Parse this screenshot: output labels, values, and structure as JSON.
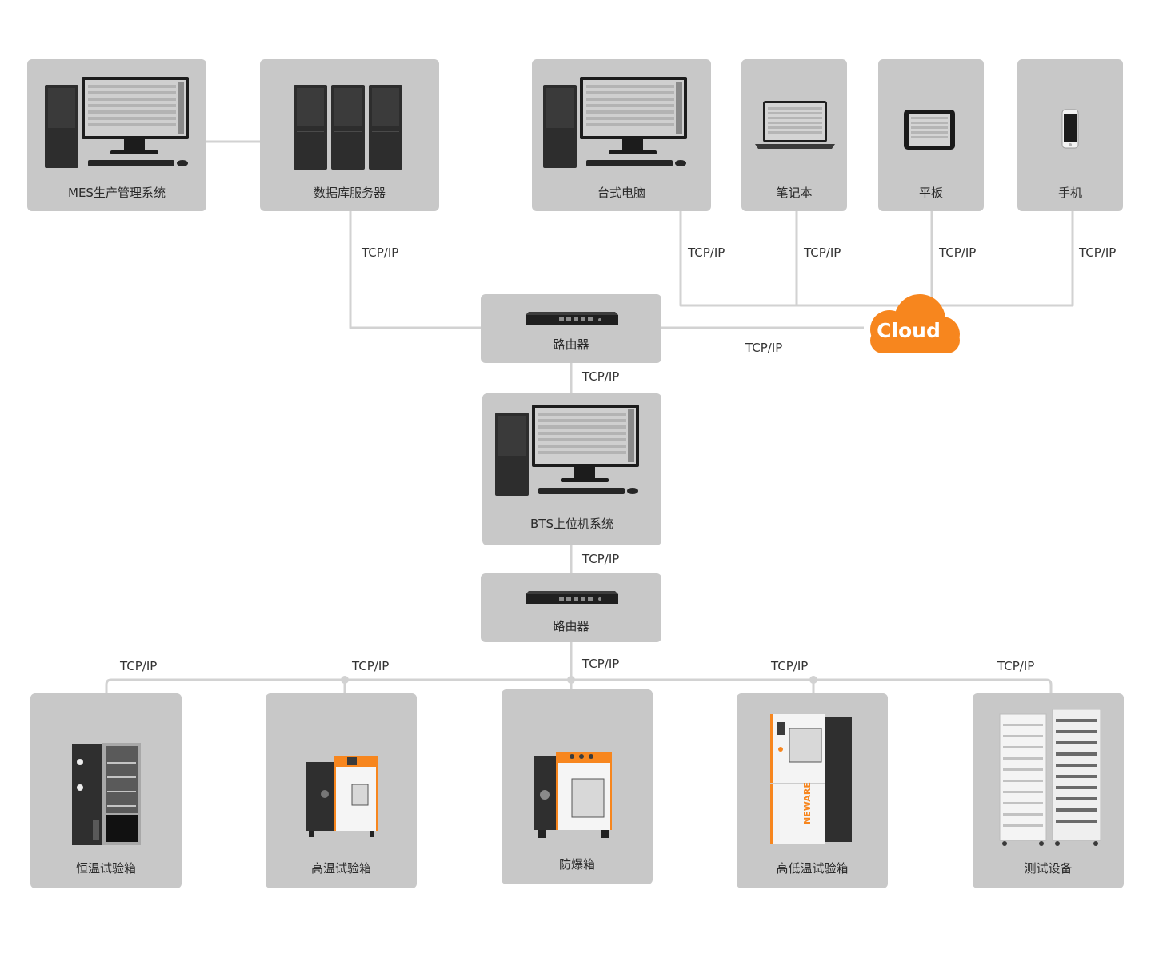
{
  "colors": {
    "card_bg": "#c8c8c8",
    "wire": "#d2d2d2",
    "cloud": "#f7861e",
    "label": "#2b2b2b"
  },
  "top_row": {
    "mes": {
      "label": "MES生产管理系统",
      "icon": "desktop-pc-icon"
    },
    "db_server": {
      "label": "数据库服务器",
      "icon": "server-tower-icon"
    },
    "desktop": {
      "label": "台式电脑",
      "icon": "desktop-pc-icon"
    },
    "laptop": {
      "label": "笔记本",
      "icon": "laptop-icon"
    },
    "tablet": {
      "label": "平板",
      "icon": "tablet-icon"
    },
    "phone": {
      "label": "手机",
      "icon": "phone-icon"
    }
  },
  "router_top": {
    "label": "路由器",
    "icon": "router-icon"
  },
  "cloud": {
    "label": "Cloud",
    "icon": "cloud-icon"
  },
  "bts": {
    "label": "BTS上位机系统",
    "icon": "desktop-pc-icon"
  },
  "router_bottom": {
    "label": "路由器",
    "icon": "router-icon"
  },
  "bottom_row": {
    "constant_temp": {
      "label": "恒温试验箱",
      "icon": "glass-door-chamber-icon"
    },
    "high_temp": {
      "label": "高温试验箱",
      "icon": "oven-chamber-icon"
    },
    "explosion_proof": {
      "label": "防爆箱",
      "icon": "explosion-proof-box-icon"
    },
    "high_low_temp": {
      "label": "高低温试验箱",
      "icon": "climate-chamber-icon"
    },
    "test_equipment": {
      "label": "测试设备",
      "icon": "battery-tester-rack-icon",
      "brand": "NEWARE"
    }
  },
  "protocols": {
    "db_router": "TCP/IP",
    "desktop_cloud": "TCP/IP",
    "laptop_cloud": "TCP/IP",
    "tablet_cloud": "TCP/IP",
    "phone_cloud": "TCP/IP",
    "router_cloud": "TCP/IP",
    "router_bts": "TCP/IP",
    "bts_router": "TCP/IP",
    "bus_center": "TCP/IP",
    "bus_1": "TCP/IP",
    "bus_2": "TCP/IP",
    "bus_4": "TCP/IP",
    "bus_5": "TCP/IP"
  }
}
